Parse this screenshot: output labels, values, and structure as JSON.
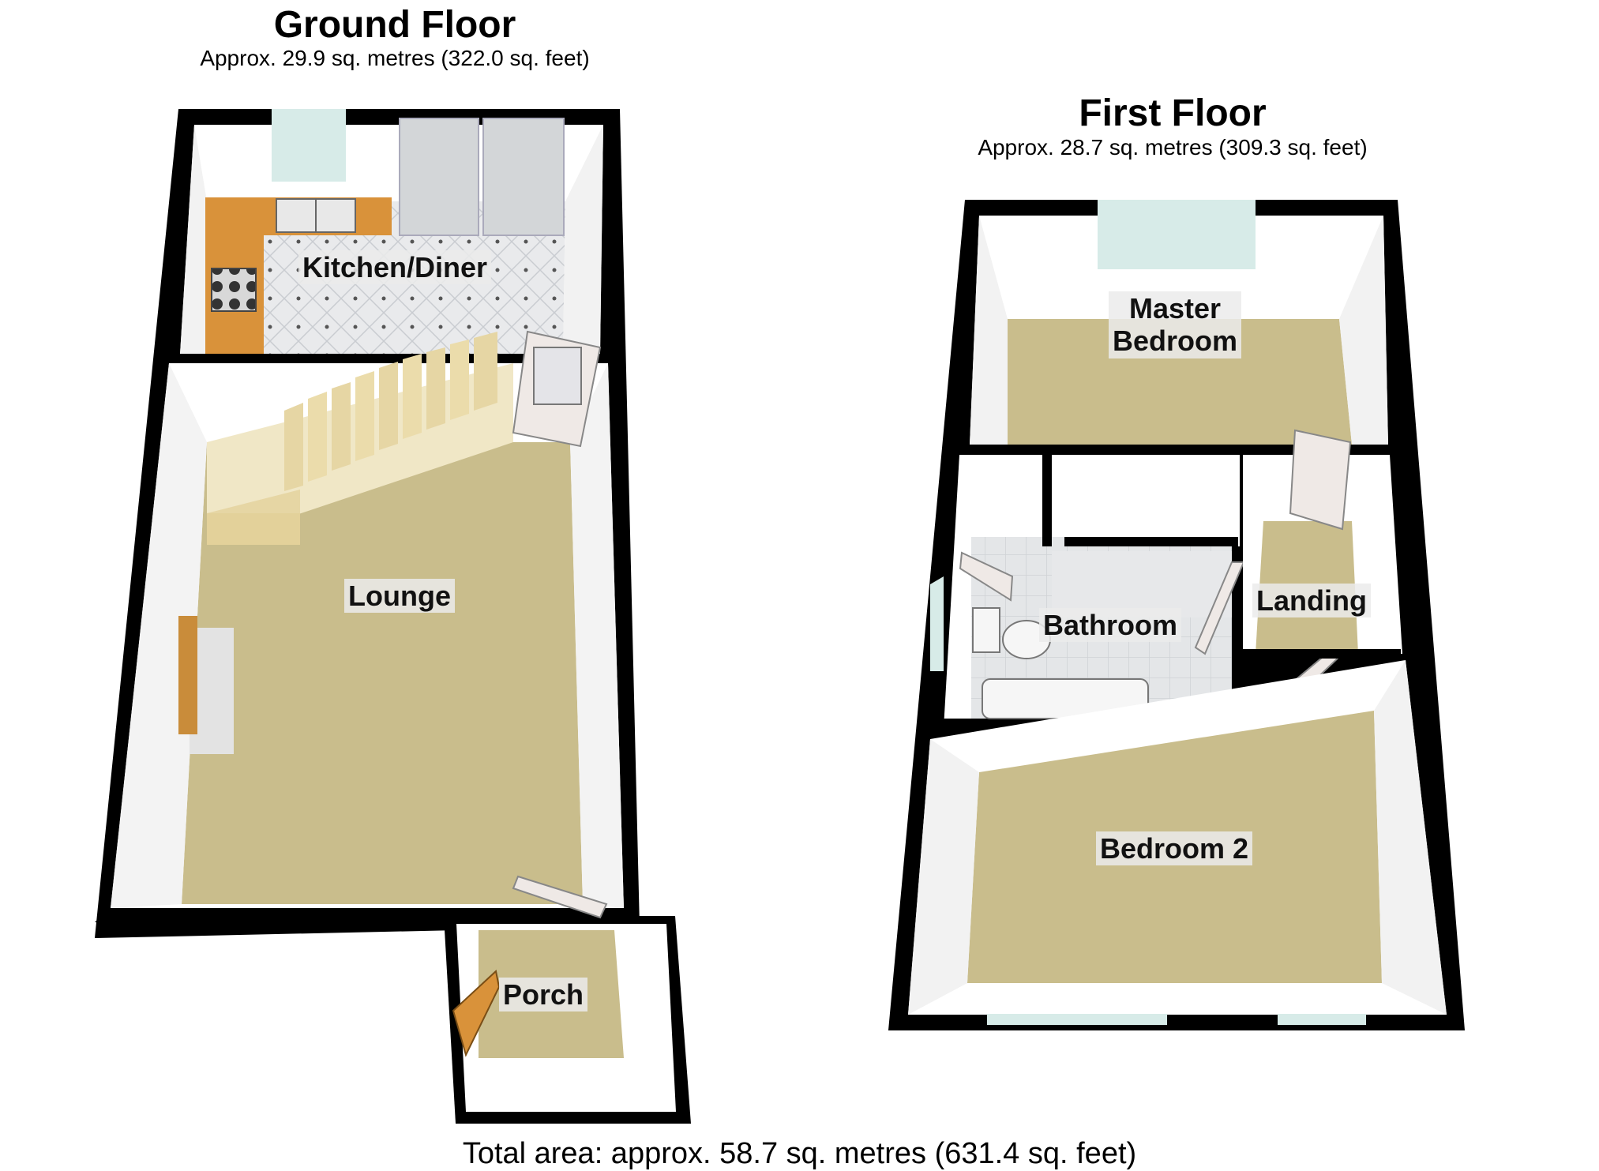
{
  "ground_floor": {
    "title": "Ground Floor",
    "area": "Approx.  29.9 sq. metres (322.0 sq. feet)",
    "rooms": {
      "kitchen": "Kitchen/Diner",
      "lounge": "Lounge",
      "porch": "Porch"
    }
  },
  "first_floor": {
    "title": "First Floor",
    "area": "Approx.  28.7 sq. metres (309.3 sq. feet)",
    "rooms": {
      "master_line1": "Master",
      "master_line2": "Bedroom",
      "bathroom": "Bathroom",
      "landing": "Landing",
      "bedroom2": "Bedroom 2"
    }
  },
  "total_area": "Total area: approx.  58.7 sq. metres (631.4 sq. feet)",
  "colors": {
    "wall": "#000000",
    "inner_wall": "#ffffff",
    "carpet": "#c9bd8c",
    "worktop": "#d9923a",
    "tile_floor": "#e9eaec",
    "window_glass": "#d7ebe8",
    "door": "#efe9e6",
    "stairs": "#e6d6a4"
  }
}
